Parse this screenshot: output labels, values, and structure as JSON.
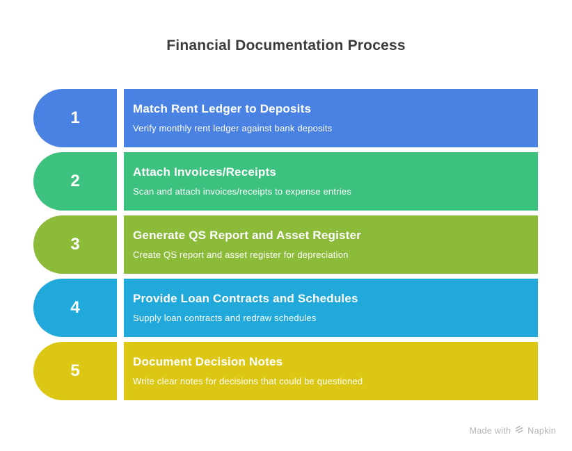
{
  "title": "Financial Documentation Process",
  "steps": [
    {
      "number": "1",
      "title": "Match Rent Ledger to Deposits",
      "description": "Verify monthly rent ledger against bank deposits",
      "color": "#4a82e4"
    },
    {
      "number": "2",
      "title": "Attach Invoices/Receipts",
      "description": "Scan and attach invoices/receipts to expense entries",
      "color": "#3dc17f"
    },
    {
      "number": "3",
      "title": "Generate QS Report and Asset Register",
      "description": "Create QS report and asset register for depreciation",
      "color": "#8cba39"
    },
    {
      "number": "4",
      "title": "Provide Loan Contracts and Schedules",
      "description": "Supply loan contracts and redraw schedules",
      "color": "#20a9da"
    },
    {
      "number": "5",
      "title": "Document Decision Notes",
      "description": "Write clear notes for decisions that could be questioned",
      "color": "#ddc715"
    }
  ],
  "footer": {
    "made_with": "Made with",
    "brand": "Napkin"
  },
  "colors": {
    "title_text": "#3c3c3c",
    "step_text": "#ffffff",
    "watermark_text": "#b4b4b4"
  }
}
